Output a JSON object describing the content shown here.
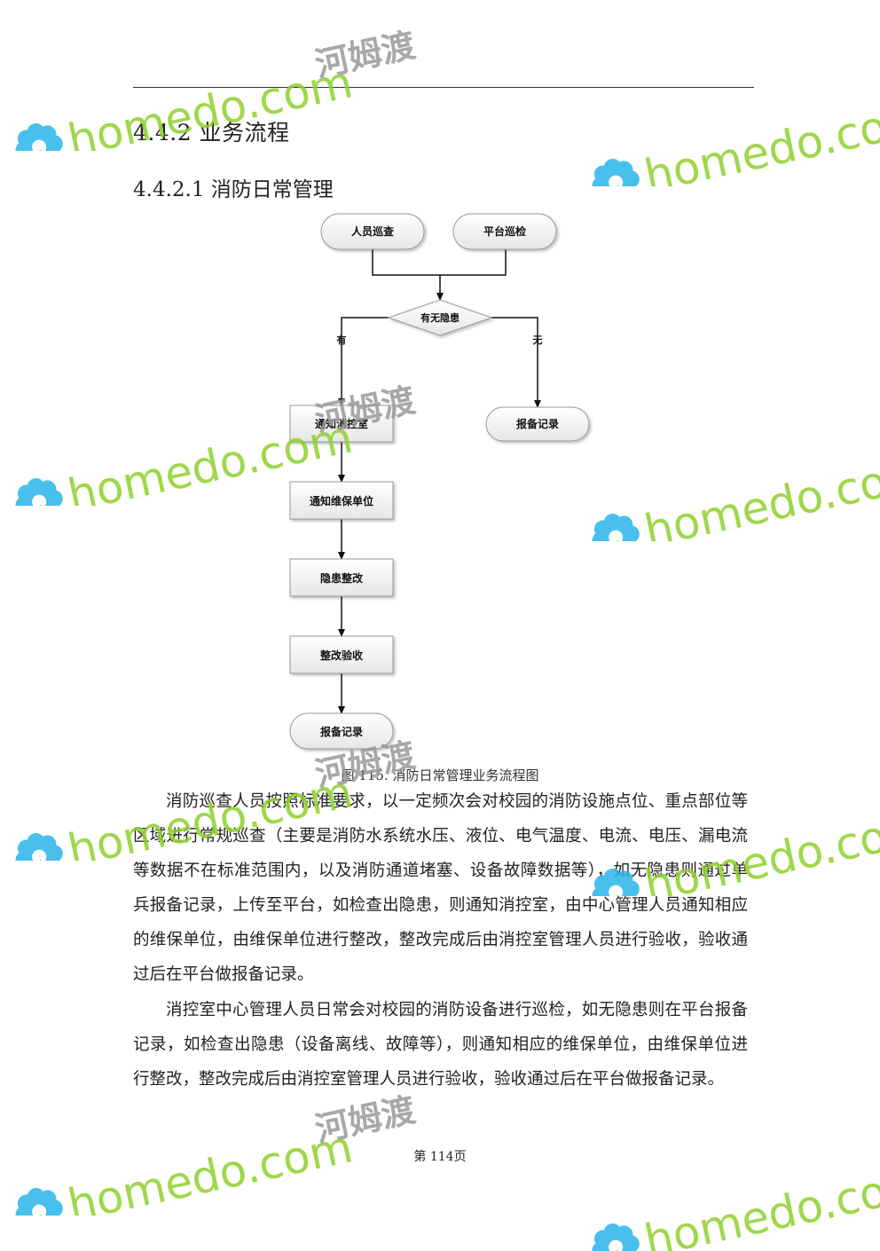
{
  "heading_section": "4.4.2  业务流程",
  "heading_subsection": "4.4.2.1  消防日常管理",
  "flowchart": {
    "node_personnel_patrol": "人员巡查",
    "node_platform_patrol": "平台巡检",
    "decision": "有无隐患",
    "branch_yes": "有",
    "branch_no": "无",
    "node_notify_control_room": "通知消控室",
    "node_notify_maintenance": "通知维保单位",
    "node_rectify": "隐患整改",
    "node_acceptance": "整改验收",
    "node_record_end": "报备记录",
    "node_record_no_hazard": "报备记录"
  },
  "figure_caption": "图 115.   消防日常管理业务流程图",
  "paragraph_1": "消防巡查人员按照标准要求，以一定频次会对校园的消防设施点位、重点部位等区域进行常规巡查（主要是消防水系统水压、液位、电气温度、电流、电压、漏电流等数据不在标准范围内，以及消防通道堵塞、设备故障数据等），如无隐患则通过单兵报备记录，上传至平台，如检查出隐患，则通知消控室，由中心管理人员通知相应的维保单位，由维保单位进行整改，整改完成后由消控室管理人员进行验收，验收通过后在平台做报备记录。",
  "paragraph_2": "消控室中心管理人员日常会对校园的消防设备进行巡检，如无隐患则在平台报备记录，如检查出隐患（设备离线、故障等），则通知相应的维保单位，由维保单位进行整改，整改完成后由消控室管理人员进行验收，验收通过后在平台做报备记录。",
  "page_number": "第 114页",
  "watermark": {
    "brand_text": "homedo.com",
    "chinese_text": "河姆渡",
    "color_green": "#8fd12b",
    "color_blue": "#29b6e8"
  }
}
